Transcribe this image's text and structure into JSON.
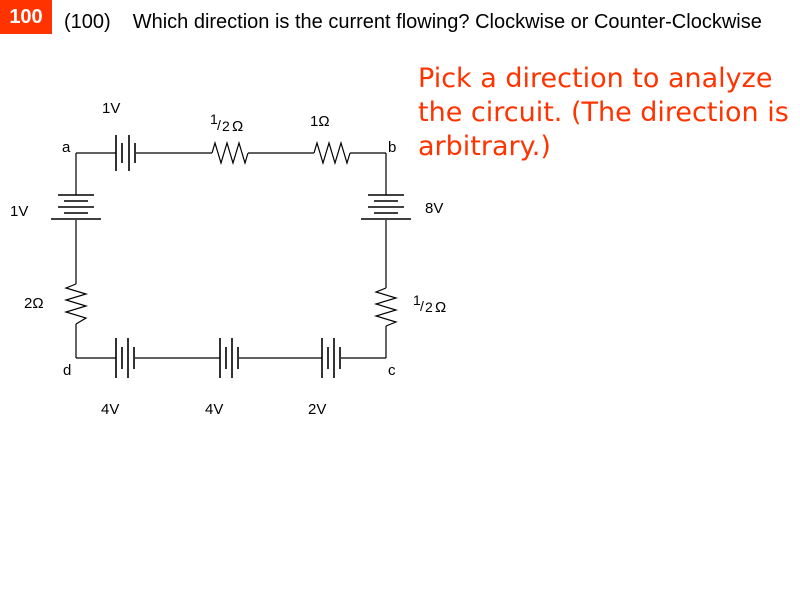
{
  "badge": "100",
  "question": {
    "number": "(100)",
    "text": "Which direction is the current flowing? Clockwise or Counter-Clockwise"
  },
  "note": "Pick a direction to analyze the circuit. (The direction is arbitrary.)",
  "circuit": {
    "nodes": {
      "a": "a",
      "b": "b",
      "c": "c",
      "d": "d"
    },
    "components": {
      "top_battery": "1V",
      "top_resistor_left": {
        "numerator": "1",
        "denominator": "2",
        "unit": "Ω"
      },
      "top_resistor_right": "1Ω",
      "left_battery": "1V",
      "left_resistor": "2Ω",
      "right_battery": "8V",
      "right_resistor": {
        "numerator": "1",
        "denominator": "2",
        "unit": "Ω"
      },
      "bottom_battery_left": "4V",
      "bottom_battery_middle": "4V",
      "bottom_battery_right": "2V"
    }
  }
}
